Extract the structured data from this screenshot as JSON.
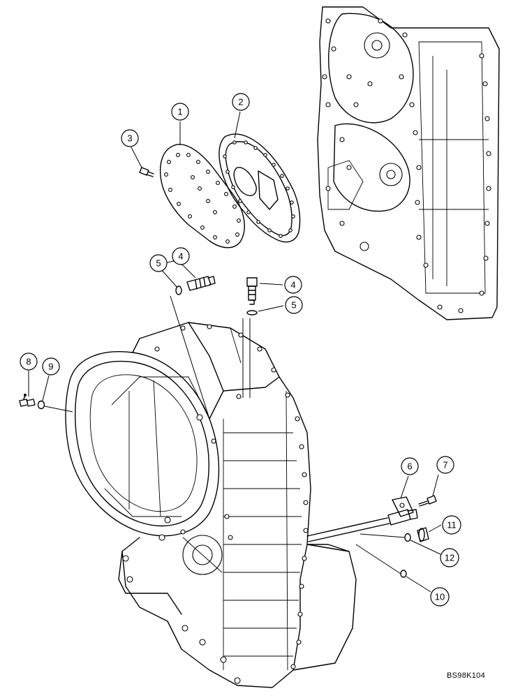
{
  "callouts": [
    {
      "label": "1"
    },
    {
      "label": "2"
    },
    {
      "label": "3"
    },
    {
      "label": "4"
    },
    {
      "label": "5"
    },
    {
      "label": "4"
    },
    {
      "label": "5"
    },
    {
      "label": "8"
    },
    {
      "label": "9"
    },
    {
      "label": "6"
    },
    {
      "label": "7"
    },
    {
      "label": "11"
    },
    {
      "label": "12"
    },
    {
      "label": "10"
    }
  ],
  "catalog_code": "BS98K104"
}
